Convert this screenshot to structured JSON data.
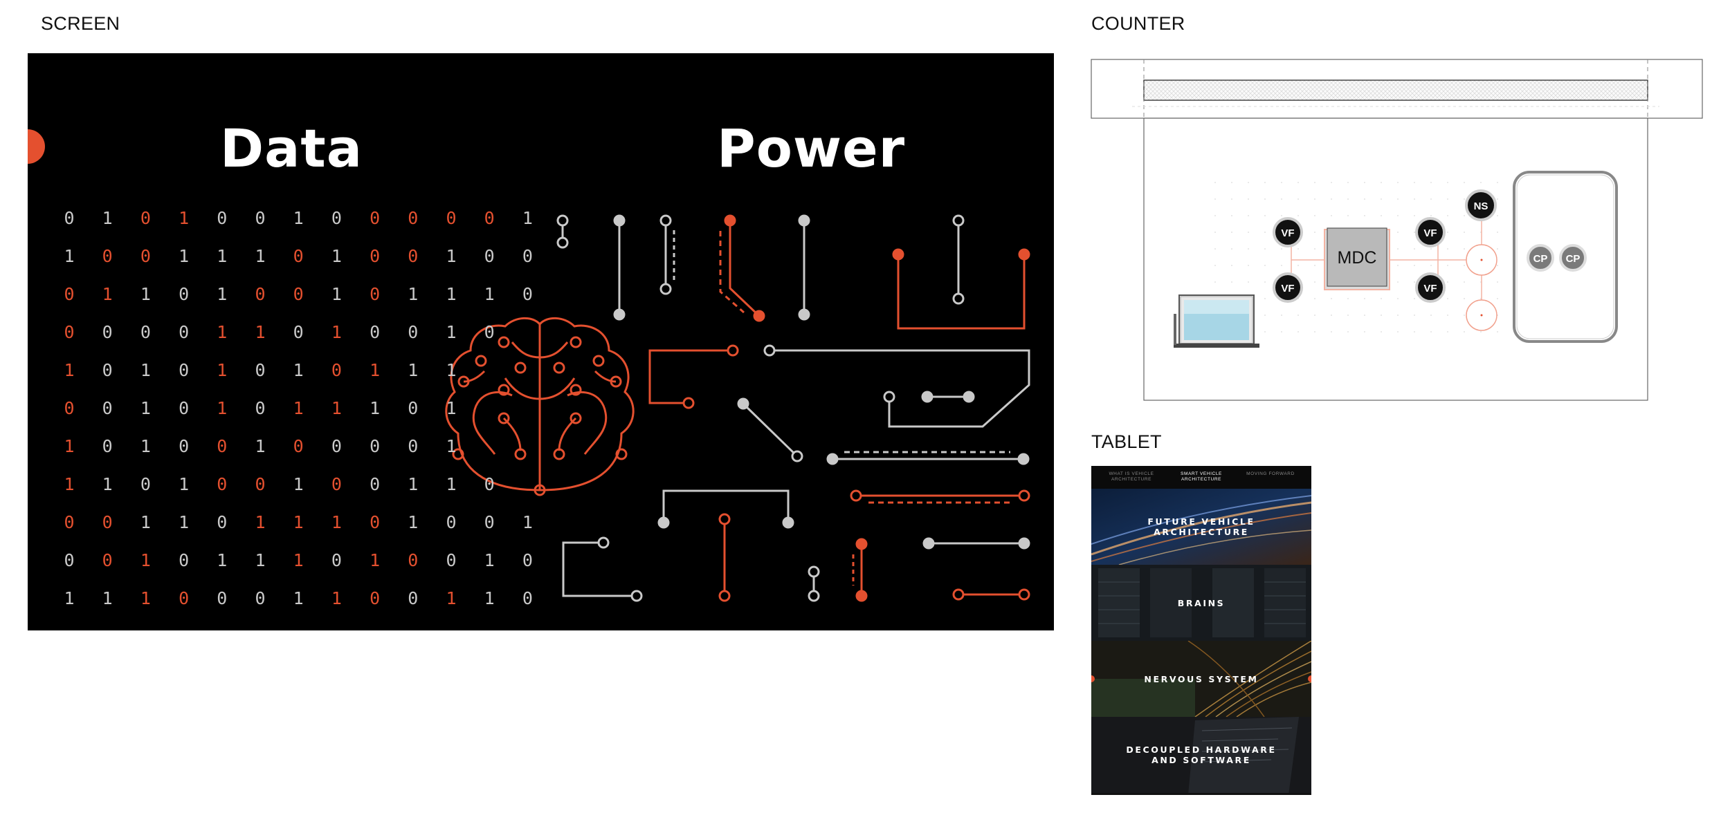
{
  "sections": {
    "screen": "SCREEN",
    "counter": "COUNTER",
    "tablet": "TABLET"
  },
  "screen": {
    "title_data": "Data",
    "title_power": "Power",
    "colors": {
      "accent": "#e4502f",
      "line": "#c9c9c9",
      "background": "#000000"
    },
    "binary_rows": [
      "0101001000001",
      "1001110100100",
      "0110100101110",
      "000011010010",
      "10101010111",
      "00101011101",
      "10100100001",
      "110100100110",
      "0011011101001",
      "0010111010010",
      "1110001100110"
    ],
    "accent_rows": [
      "0011000011110",
      "0110001011000",
      "1100011010000",
      "100011010000",
      "10001001100",
      "10001011000",
      "10001010000",
      "100011010000",
      "1100011110000",
      "0110001011000",
      "0011000110100"
    ]
  },
  "counter": {
    "mdc_label": "MDC",
    "vf_label": "VF",
    "ns_label": "NS",
    "cp_label": "CP"
  },
  "tablet": {
    "nav": [
      {
        "label": "WHAT IS VEHICLE ARCHITECTURE",
        "active": false
      },
      {
        "label": "SMART VEHICLE ARCHITECTURE",
        "active": true
      },
      {
        "label": "MOVING FORWARD",
        "active": false
      }
    ],
    "tiles": [
      {
        "label": "FUTURE VEHICLE\nARCHITECTURE"
      },
      {
        "label": "BRAINS"
      },
      {
        "label": "NERVOUS SYSTEM"
      },
      {
        "label": "DECOUPLED HARDWARE\nAND SOFTWARE"
      }
    ]
  }
}
